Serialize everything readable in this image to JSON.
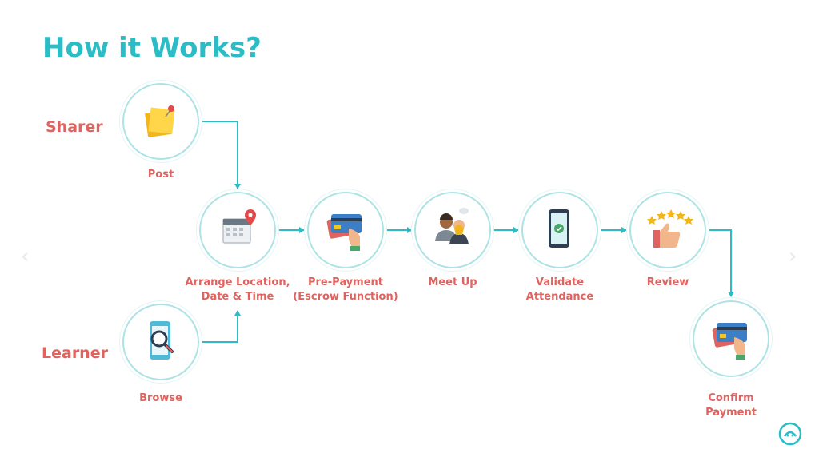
{
  "title": "How it Works?",
  "roles": {
    "sharer": "Sharer",
    "learner": "Learner"
  },
  "steps": {
    "post": {
      "lines": [
        "Post"
      ],
      "icon": "sticky-note-icon"
    },
    "browse": {
      "lines": [
        "Browse"
      ],
      "icon": "phone-search-icon"
    },
    "arrange": {
      "lines": [
        "Arrange Location,",
        "Date & Time"
      ],
      "icon": "calendar-location-icon"
    },
    "prepayment": {
      "lines": [
        "Pre-Payment",
        "(Escrow Function)"
      ],
      "icon": "card-payment-icon"
    },
    "meetup": {
      "lines": [
        "Meet Up"
      ],
      "icon": "people-meeting-icon"
    },
    "validate": {
      "lines": [
        "Validate",
        "Attendance"
      ],
      "icon": "phone-check-icon"
    },
    "review": {
      "lines": [
        "Review"
      ],
      "icon": "thumbs-up-stars-icon"
    },
    "confirm": {
      "lines": [
        "Confirm",
        "Payment"
      ],
      "icon": "card-payment-icon"
    }
  },
  "colors": {
    "accent": "#2bbcc5",
    "label": "#e06360",
    "ring": "#aee3e6"
  }
}
